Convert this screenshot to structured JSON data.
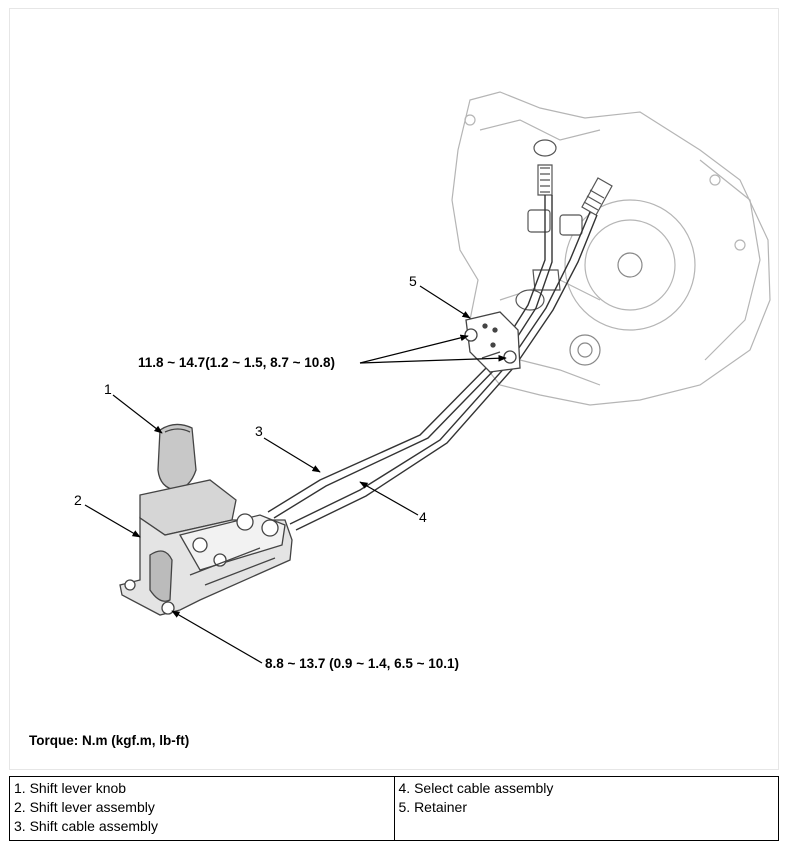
{
  "callouts": {
    "c1": "1",
    "c2": "2",
    "c3": "3",
    "c4": "4",
    "c5": "5"
  },
  "torque_labels": {
    "retainer_bolts": "11.8 ~ 14.7(1.2 ~ 1.5, 8.7 ~ 10.8)",
    "lever_bolts": "8.8 ~ 13.7 (0.9 ~ 1.4, 6.5 ~ 10.1)"
  },
  "torque_note": "Torque: N.m (kgf.m, lb-ft)",
  "legend": {
    "left": [
      "1. Shift lever knob",
      "2. Shift lever assembly",
      "3. Shift cable assembly"
    ],
    "right": [
      "4. Select cable assembly",
      "5. Retainer"
    ]
  },
  "colors": {
    "line": "#000000",
    "outline": "#9a9a9a",
    "shade": "#cfcfcf"
  }
}
